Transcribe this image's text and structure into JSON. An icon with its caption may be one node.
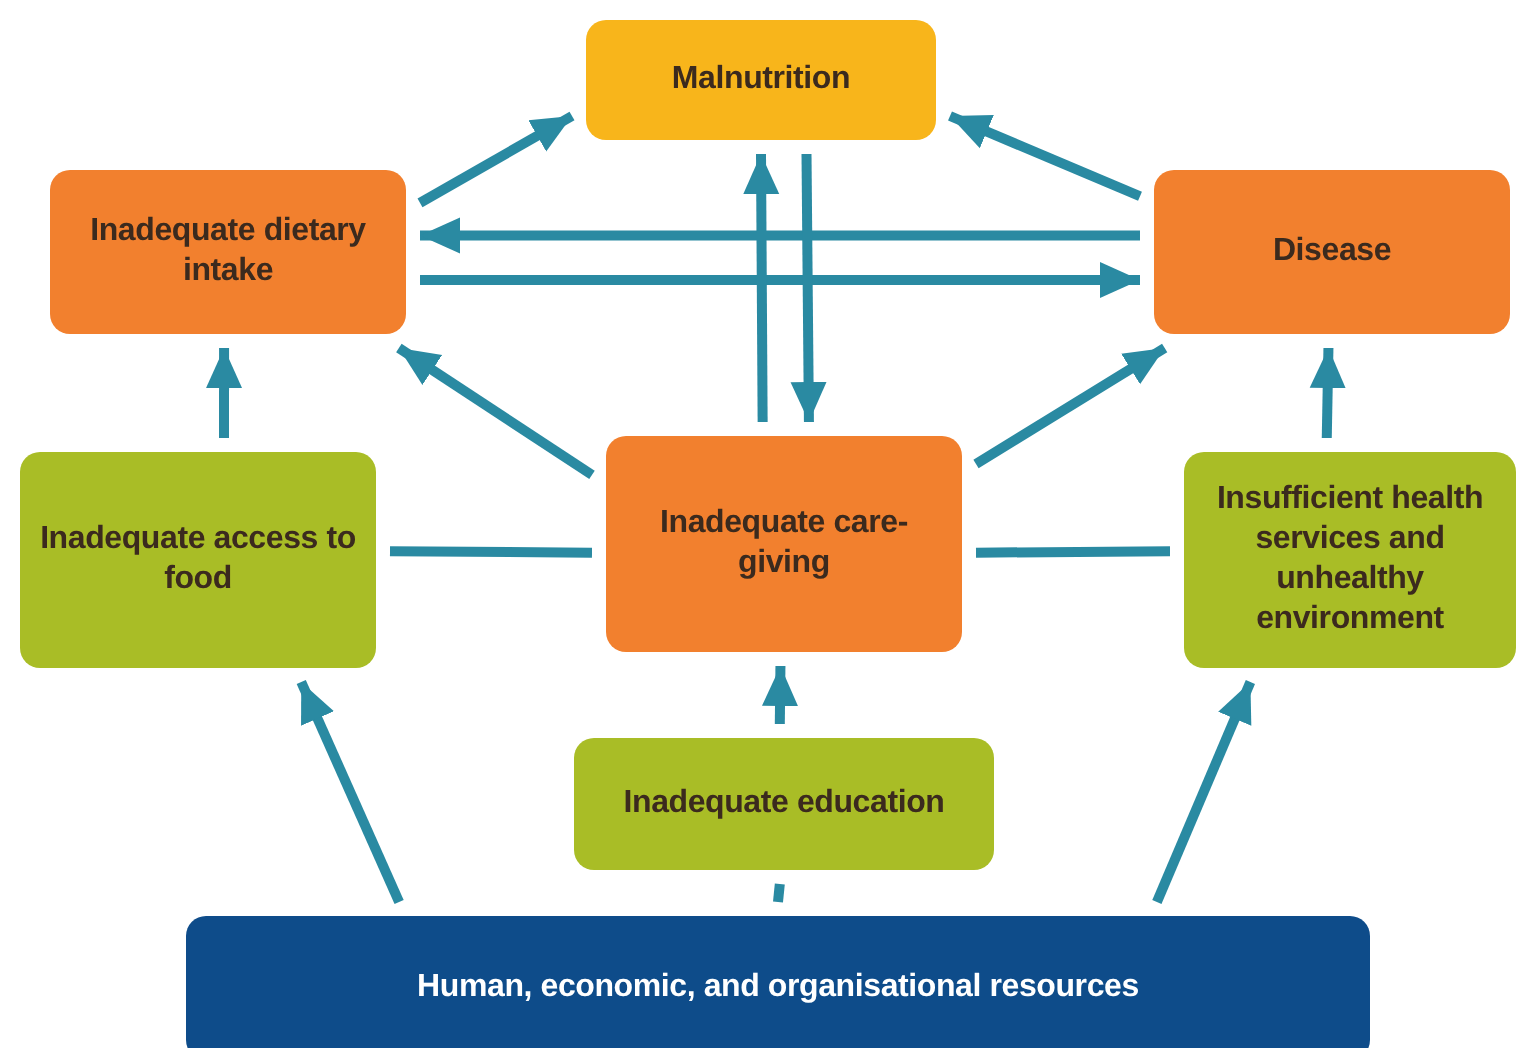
{
  "diagram": {
    "nodes": [
      {
        "text": [
          "Malnutrition"
        ]
      },
      {
        "text": [
          "Inadequate dietary intake"
        ]
      },
      {
        "text": [
          "Disease"
        ]
      },
      {
        "text": [
          "Inadequate access to food"
        ]
      },
      {
        "text": [
          "Inadequate care-giving"
        ]
      },
      {
        "text": [
          "Insufficient health services and unhealthy environment"
        ]
      },
      {
        "text": [
          "Inadequate education"
        ]
      },
      {
        "text": [
          "Human, economic, and organisational resources"
        ]
      }
    ],
    "edges": [
      {
        "from": 1,
        "to": 0,
        "arrow": "to"
      },
      {
        "from": 2,
        "to": 0,
        "arrow": "to"
      },
      {
        "from": 2,
        "to": 1,
        "arrow": "to"
      },
      {
        "from": 1,
        "to": 2,
        "arrow": "to"
      },
      {
        "from": 4,
        "to": 0,
        "arrow": "to"
      },
      {
        "from": 0,
        "to": 4,
        "arrow": "to"
      },
      {
        "from": 4,
        "to": 1,
        "arrow": "to"
      },
      {
        "from": 4,
        "to": 2,
        "arrow": "to"
      },
      {
        "from": 3,
        "to": 1,
        "arrow": "to"
      },
      {
        "from": 5,
        "to": 2,
        "arrow": "to"
      },
      {
        "from": 3,
        "to": 4,
        "arrow": "none"
      },
      {
        "from": 4,
        "to": 5,
        "arrow": "none"
      },
      {
        "from": 6,
        "to": 4,
        "arrow": "to"
      },
      {
        "from": 7,
        "to": 3,
        "arrow": "to"
      },
      {
        "from": 7,
        "to": 5,
        "arrow": "to"
      },
      {
        "from": 7,
        "to": 6,
        "arrow": "none"
      }
    ]
  }
}
